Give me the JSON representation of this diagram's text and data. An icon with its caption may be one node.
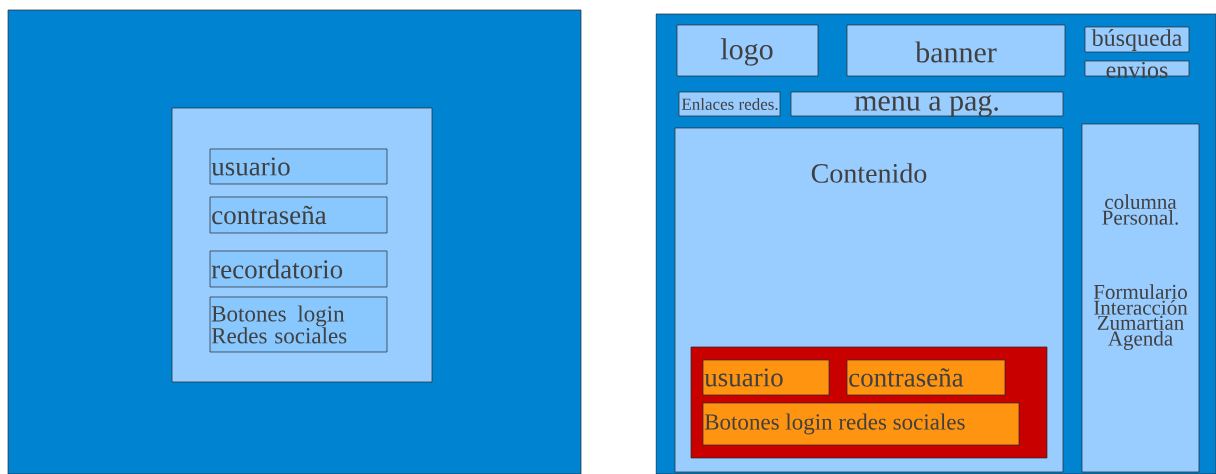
{
  "diagram": {
    "nodes": [
      {
        "text": [],
        "shape": "box"
      },
      {
        "text": [],
        "shape": "box",
        "in": 0
      },
      {
        "text": [
          "usuario"
        ],
        "in": 1
      },
      {
        "text": [
          "contraseña"
        ],
        "in": 1
      },
      {
        "text": [
          "recordatorio"
        ],
        "in": 1
      },
      {
        "text": [
          "Botones login Redes sociales"
        ],
        "in": 1
      },
      {
        "text": [],
        "shape": "box"
      },
      {
        "text": [
          "logo"
        ],
        "in": 6
      },
      {
        "text": [
          "banner"
        ],
        "in": 6
      },
      {
        "text": [
          "búsqueda"
        ],
        "in": 6
      },
      {
        "text": [
          "envios"
        ],
        "in": 6
      },
      {
        "text": [
          "Enlaces redes."
        ],
        "in": 6
      },
      {
        "text": [
          "menu a pag."
        ],
        "in": 6
      },
      {
        "text": [
          "Contenido"
        ],
        "in": 6
      },
      {
        "text": [],
        "shape": "box",
        "in": 13
      },
      {
        "text": [
          "usuario"
        ],
        "in": 14
      },
      {
        "text": [
          "contraseña"
        ],
        "in": 14
      },
      {
        "text": [
          "Botones login redes sociales"
        ],
        "in": 14
      },
      {
        "text": [
          "columna Personal.",
          "Formulario Interacción Zumartian Agenda"
        ],
        "in": 6
      }
    ],
    "edges": []
  }
}
